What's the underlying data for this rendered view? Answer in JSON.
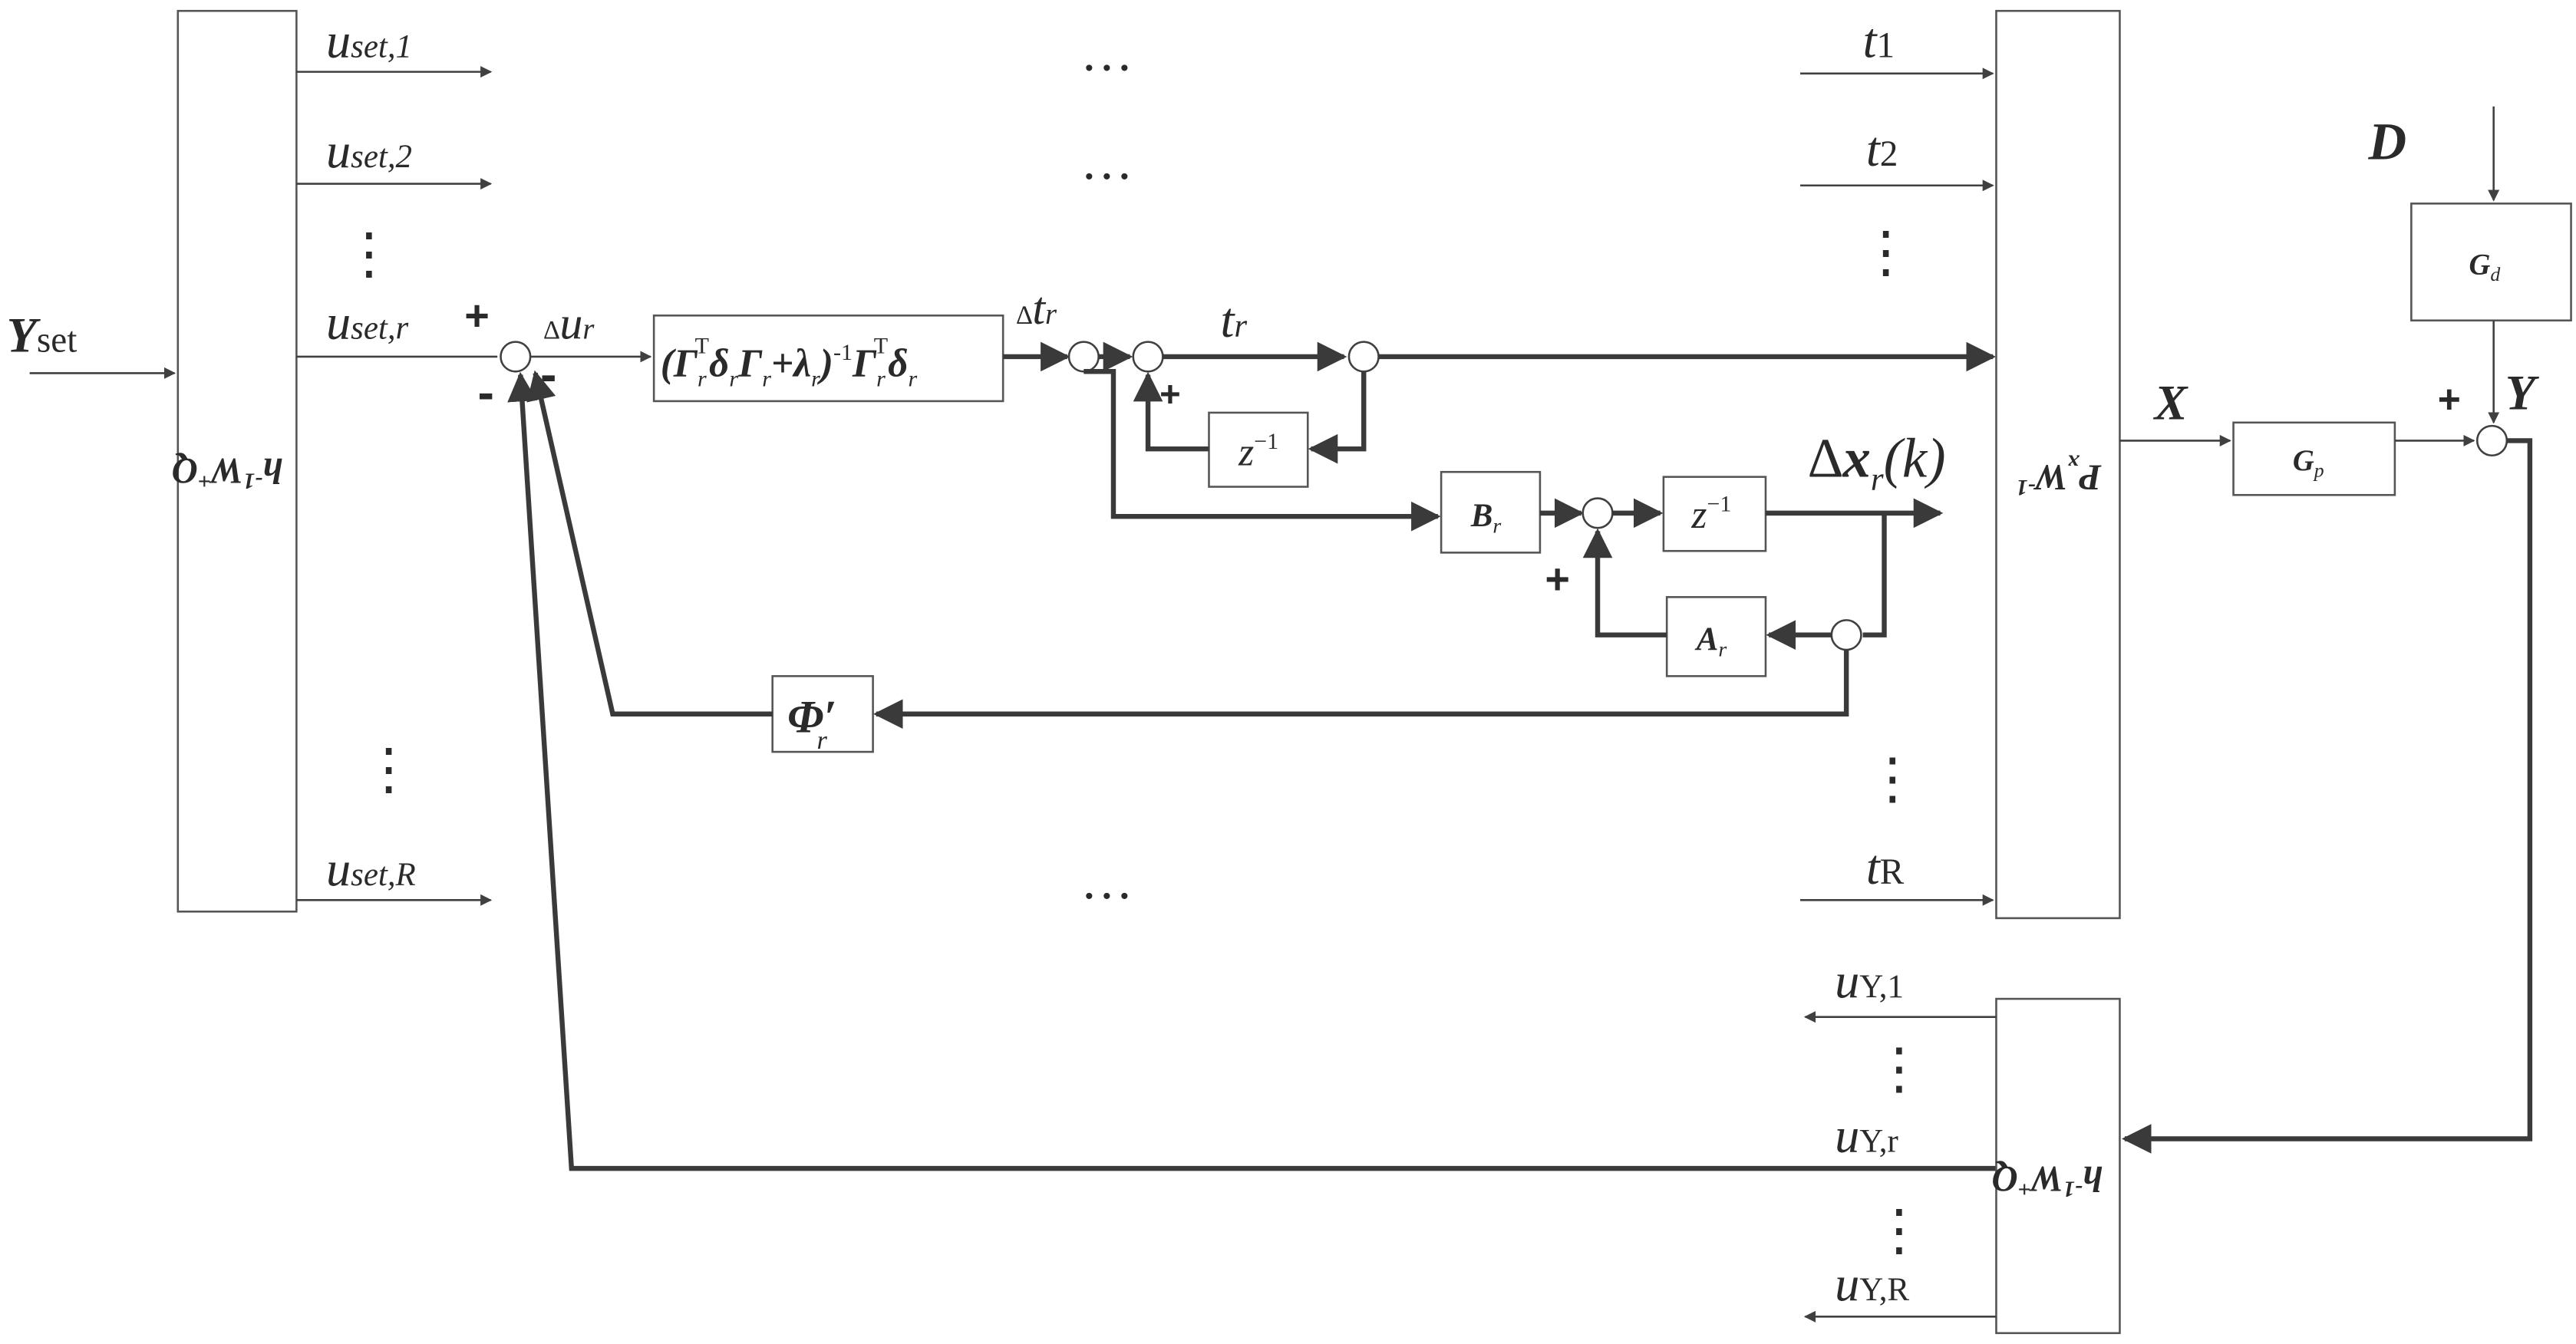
{
  "colors": {
    "line": "#404040",
    "stroke_dark": "#3a3a3a",
    "box_border": "#555555",
    "background": "#ffffff"
  },
  "inputs": {
    "y_set_main": "Y",
    "y_set_sub": "set",
    "d_label": "D"
  },
  "blocks": {
    "left_transform": {
      "main": "h",
      "sup": "-1",
      "after": "W",
      "sup2": "+",
      "after2": "Q",
      "rotated": true
    },
    "bottom_transform": {
      "main": "h",
      "sup": "-1",
      "after": "W",
      "sup2": "+",
      "after2": "Q",
      "rotated": true
    },
    "right_transform": {
      "main": "P",
      "sub": "x",
      "after": "W",
      "sup": "-1",
      "rotated": true
    },
    "gain": {
      "open": "(",
      "g1": "Γ",
      "g1_sub": "r",
      "g1_sup": "T",
      "d1": "δ",
      "d1_sub": "r",
      "g2": "Γ",
      "g2_sub": "r",
      "plus": "+",
      "lam": "λ",
      "lam_sub": "r",
      "close": ")",
      "inv": "-1",
      "g3": "Γ",
      "g3_sub": "r",
      "g3_sup": "T",
      "d2": "δ",
      "d2_sub": "r"
    },
    "z_inv_top": {
      "z": "z",
      "sup": "−1"
    },
    "z_inv_mid": {
      "z": "z",
      "sup": "−1"
    },
    "b_r": {
      "main": "B",
      "sub": "r"
    },
    "a_r": {
      "main": "A",
      "sub": "r"
    },
    "phi": {
      "main": "Φ",
      "prime": "′",
      "sub": "r"
    },
    "g_p": {
      "main": "G",
      "sub": "p"
    },
    "g_d": {
      "main": "G",
      "sub": "d"
    }
  },
  "left_outputs": [
    {
      "main": "u",
      "sub": "set,1"
    },
    {
      "main": "u",
      "sub": "set,2"
    },
    {
      "main": "u",
      "sub": "set,r"
    },
    {
      "main": "u",
      "sub": "set,R"
    }
  ],
  "t_inputs": [
    {
      "main": "t",
      "sub": "1"
    },
    {
      "main": "t",
      "sub": "2"
    },
    {
      "main": "t",
      "sub": "R"
    }
  ],
  "bottom_outputs": [
    {
      "main": "u",
      "sub": "Y,1"
    },
    {
      "main": "u",
      "sub": "Y,r"
    },
    {
      "main": "u",
      "sub": "Y,R"
    }
  ],
  "signals": {
    "delta_u": {
      "delta": "∆",
      "main": "u",
      "sub": "r"
    },
    "delta_t": {
      "delta": "∆",
      "main": "t",
      "sub": "r"
    },
    "t_r": {
      "main": "t",
      "sub": "r"
    },
    "delta_x": {
      "delta": "∆",
      "main": "x",
      "sub": "r",
      "arg": "(k)"
    },
    "x_out": "X",
    "y_out": "Y"
  },
  "signs": {
    "plus": "+",
    "minus": "-"
  },
  "ellipsis": {
    "h": "…",
    "v": "⋮"
  }
}
